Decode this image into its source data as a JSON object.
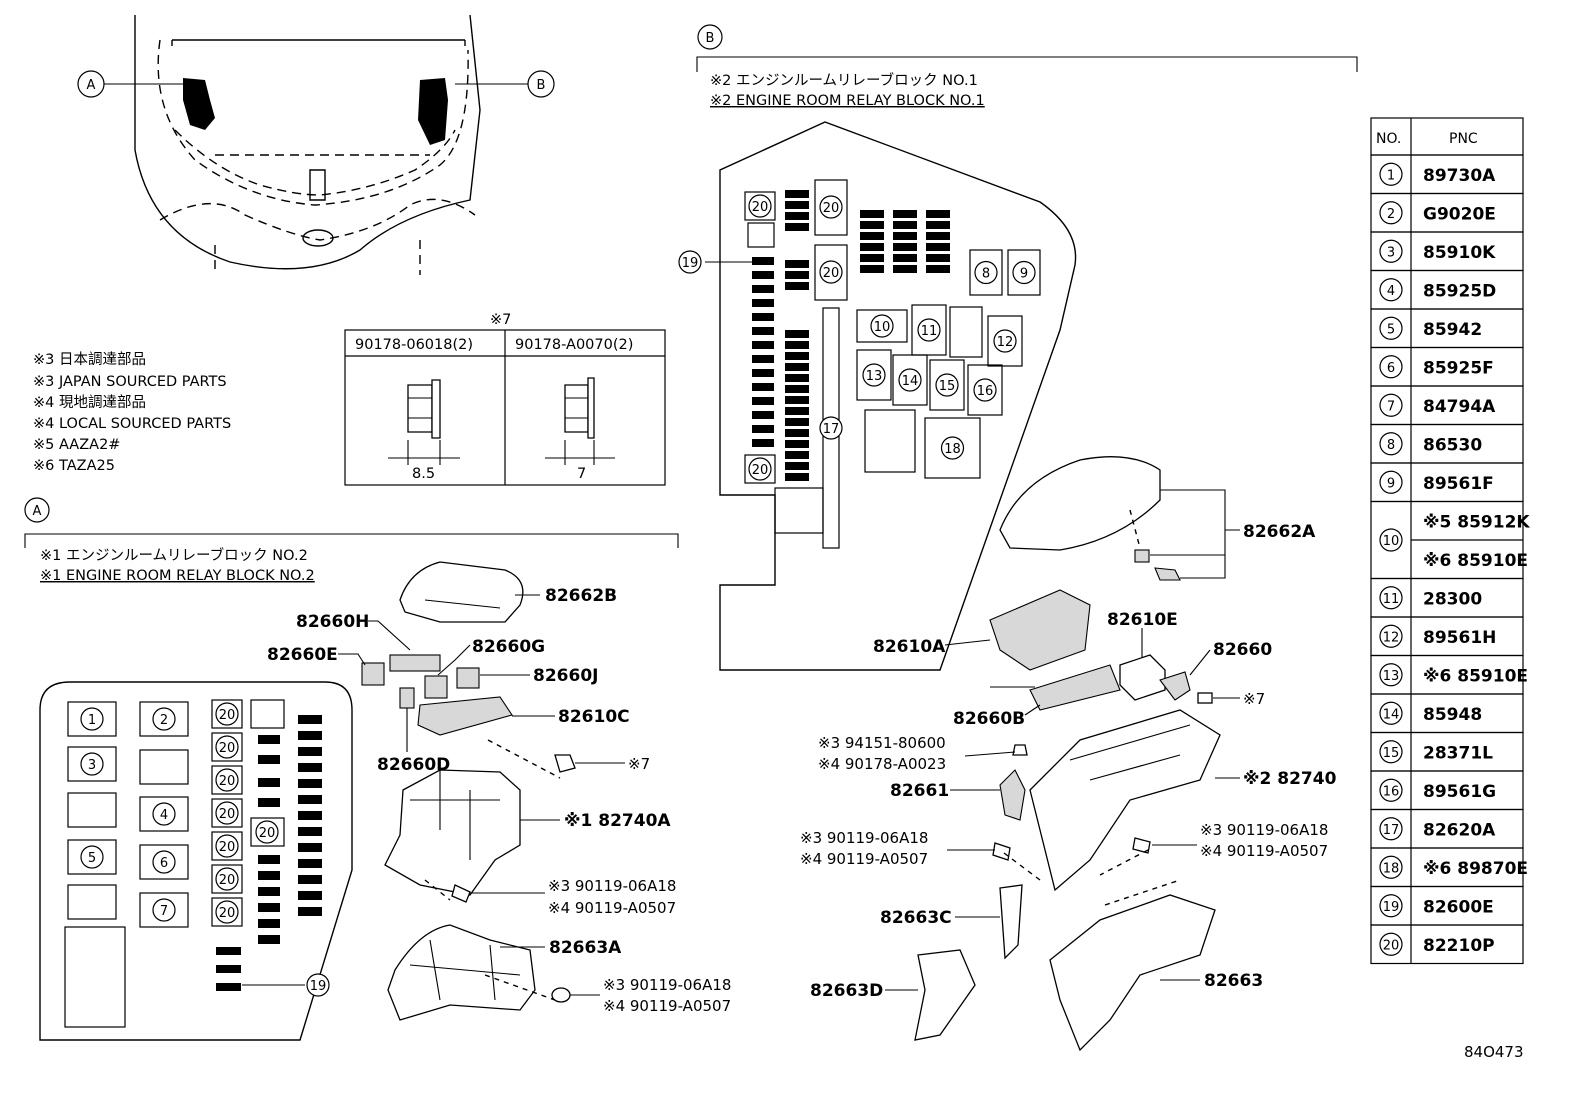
{
  "diagram_code": "84O473",
  "overview": {
    "callout_a": "A",
    "callout_b": "B"
  },
  "notes": [
    "※3 日本調達部品",
    "※3 JAPAN SOURCED PARTS",
    "※4 現地調達部品",
    "※4 LOCAL SOURCED PARTS",
    "※5 AAZA2#",
    "※6 TAZA25"
  ],
  "nut_table": {
    "ref": "※7",
    "col1": "90178-06018(2)",
    "col2": "90178-A0070(2)",
    "dim1": "8.5",
    "dim2": "7"
  },
  "section_a": {
    "callout": "A",
    "title_jp": "※1 エンジンルームリレーブロック NO.2",
    "title_en": "※1 ENGINE ROOM RELAY BLOCK NO.2",
    "labels": {
      "p82662B": "82662B",
      "p82660H": "82660H",
      "p82660E": "82660E",
      "p82660G": "82660G",
      "p82660J": "82660J",
      "p82610C": "82610C",
      "p82660D": "82660D",
      "nut7": "※7",
      "p82740A": "※1 82740A",
      "bolt1a": "※3 90119-06A18",
      "bolt1b": "※4 90119-A0507",
      "p82663A": "82663A",
      "bolt2a": "※3 90119-06A18",
      "bolt2b": "※4 90119-A0507"
    },
    "panel_numbers": [
      "1",
      "2",
      "3",
      "4",
      "5",
      "6",
      "7",
      "20",
      "19"
    ]
  },
  "section_b": {
    "callout": "B",
    "title_jp": "※2 エンジンルームリレーブロック NO.1",
    "title_en": "※2 ENGINE ROOM RELAY BLOCK NO.1",
    "labels": {
      "p82662A": "82662A",
      "p82610E": "82610E",
      "p82610A": "82610A",
      "p82660": "82660",
      "p82660B": "82660B",
      "nut7": "※7",
      "s1a": "※3 94151-80600",
      "s1b": "※4 90178-A0023",
      "p82661": "82661",
      "p82740": "※2 82740",
      "bL1": "※3 90119-06A18",
      "bL2": "※4 90119-A0507",
      "bR1": "※3 90119-06A18",
      "bR2": "※4 90119-A0507",
      "p82663C": "82663C",
      "p82663D": "82663D",
      "p82663": "82663"
    },
    "panel_numbers": [
      "8",
      "9",
      "10",
      "11",
      "12",
      "13",
      "14",
      "15",
      "16",
      "17",
      "18",
      "19",
      "20"
    ]
  },
  "pnc_table": {
    "header_no": "NO.",
    "header_pnc": "PNC",
    "rows": [
      {
        "no": "1",
        "pnc": "89730A"
      },
      {
        "no": "2",
        "pnc": "G9020E"
      },
      {
        "no": "3",
        "pnc": "85910K"
      },
      {
        "no": "4",
        "pnc": "85925D"
      },
      {
        "no": "5",
        "pnc": "85942"
      },
      {
        "no": "6",
        "pnc": "85925F"
      },
      {
        "no": "7",
        "pnc": "84794A"
      },
      {
        "no": "8",
        "pnc": "86530"
      },
      {
        "no": "9",
        "pnc": "89561F"
      },
      {
        "no": "10",
        "pnc": "※5 85912K",
        "pnc2": "※6 85910E"
      },
      {
        "no": "11",
        "pnc": "28300"
      },
      {
        "no": "12",
        "pnc": "89561H"
      },
      {
        "no": "13",
        "pnc": "※6 85910E"
      },
      {
        "no": "14",
        "pnc": "85948"
      },
      {
        "no": "15",
        "pnc": "28371L"
      },
      {
        "no": "16",
        "pnc": "89561G"
      },
      {
        "no": "17",
        "pnc": "82620A"
      },
      {
        "no": "18",
        "pnc": "※6 89870E"
      },
      {
        "no": "19",
        "pnc": "82600E"
      },
      {
        "no": "20",
        "pnc": "82210P"
      }
    ]
  }
}
